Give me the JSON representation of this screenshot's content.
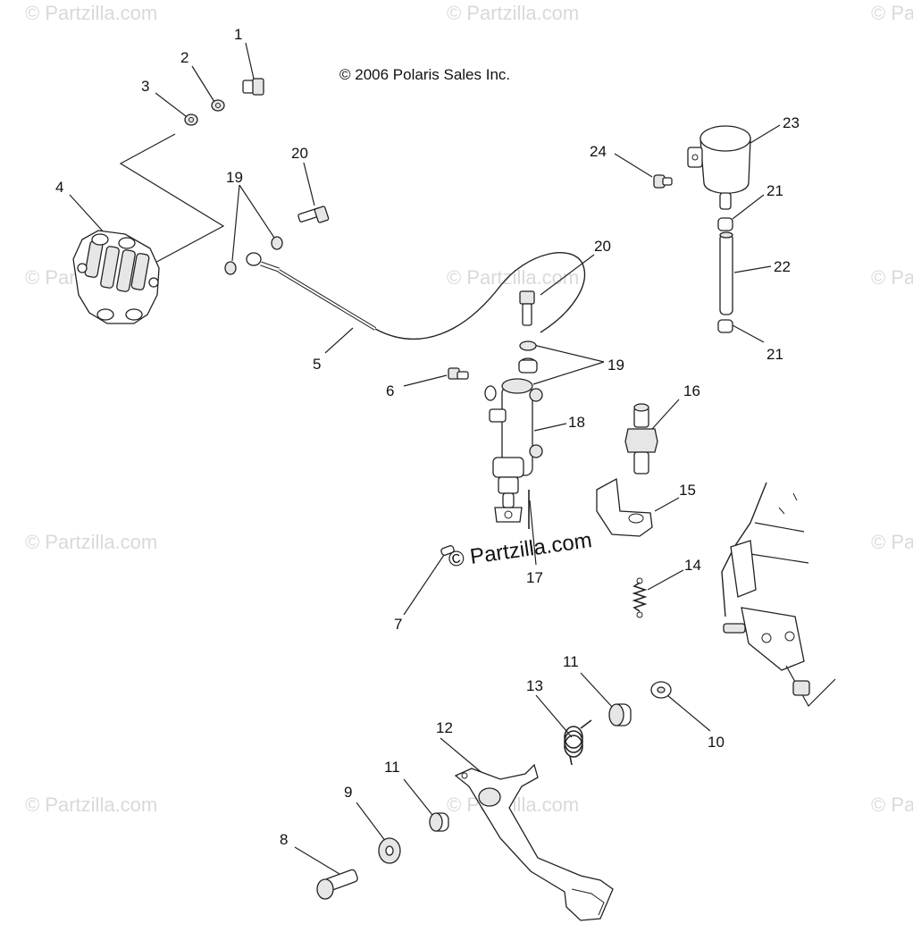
{
  "copyright": "© 2006 Polaris Sales Inc.",
  "watermark": "© Partzilla.com",
  "callouts": [
    "1",
    "2",
    "3",
    "4",
    "5",
    "6",
    "7",
    "8",
    "9",
    "10",
    "11",
    "11",
    "12",
    "13",
    "14",
    "15",
    "16",
    "17",
    "18",
    "19",
    "19",
    "20",
    "20",
    "21",
    "21",
    "22",
    "23",
    "24"
  ]
}
